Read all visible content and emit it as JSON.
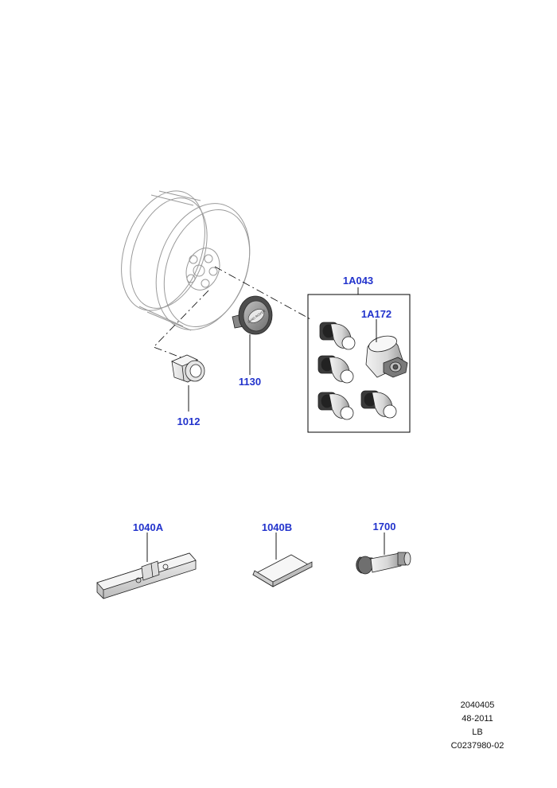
{
  "diagram": {
    "callouts": {
      "wheel_nut": "1012",
      "center_cap": "1130",
      "locking_nut_kit": "1A043",
      "locking_nut": "1A172",
      "balance_weight_a": "1040A",
      "balance_weight_b": "1040B",
      "valve": "1700"
    },
    "colors": {
      "callout": "#2233cc",
      "line": "#000000",
      "part_stroke": "#222222",
      "wheel_stroke": "#999999"
    }
  },
  "footer": {
    "line1": "2040405",
    "line2": "48-2011",
    "line3": "LB",
    "line4": "C0237980-02"
  }
}
